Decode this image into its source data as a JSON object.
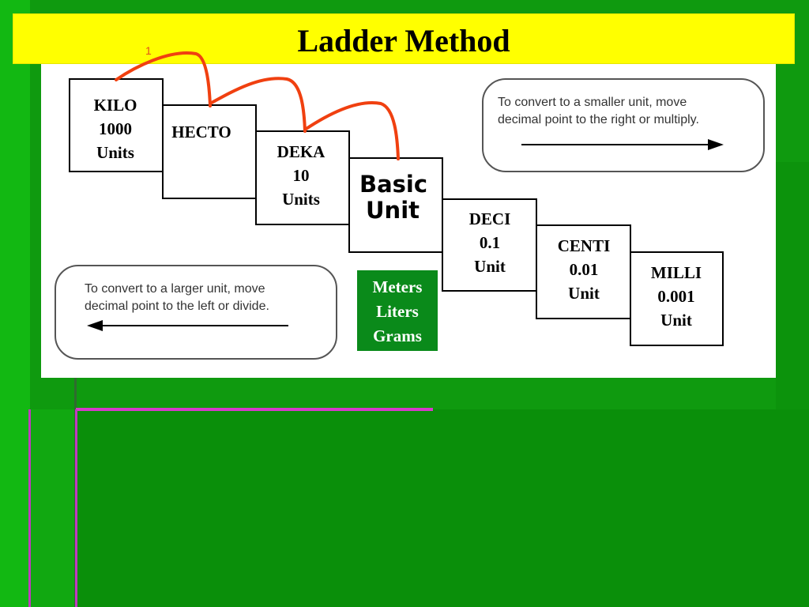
{
  "title": "Ladder Method",
  "step_marker": "1",
  "steps": [
    {
      "prefix": "KILO",
      "value": "1000",
      "unit": "Units"
    },
    {
      "prefix": "HECTO"
    },
    {
      "prefix": "DEKA",
      "value": "10",
      "unit": "Units"
    },
    {
      "line1": "Basic",
      "line2": "Unit"
    },
    {
      "prefix": "DECI",
      "value": "0.1",
      "unit": "Unit"
    },
    {
      "prefix": "CENTI",
      "value": "0.01",
      "unit": "Unit"
    },
    {
      "prefix": "MILLI",
      "value": "0.001",
      "unit": "Unit"
    }
  ],
  "base_units": [
    "Meters",
    "Liters",
    "Grams"
  ],
  "note_smaller": {
    "line1": "To convert to a smaller unit, move",
    "line2": "decimal  point to the right or multiply."
  },
  "note_larger": {
    "line1": "To convert to a larger unit, move",
    "line2": "decimal  point to the left or divide."
  },
  "colors": {
    "title_bg": "#ffff00",
    "background": "#0f9a0f",
    "hop_arrow": "#f04010",
    "base_units_bg": "#0a8a1a",
    "accent_line": "#d63cc9"
  }
}
